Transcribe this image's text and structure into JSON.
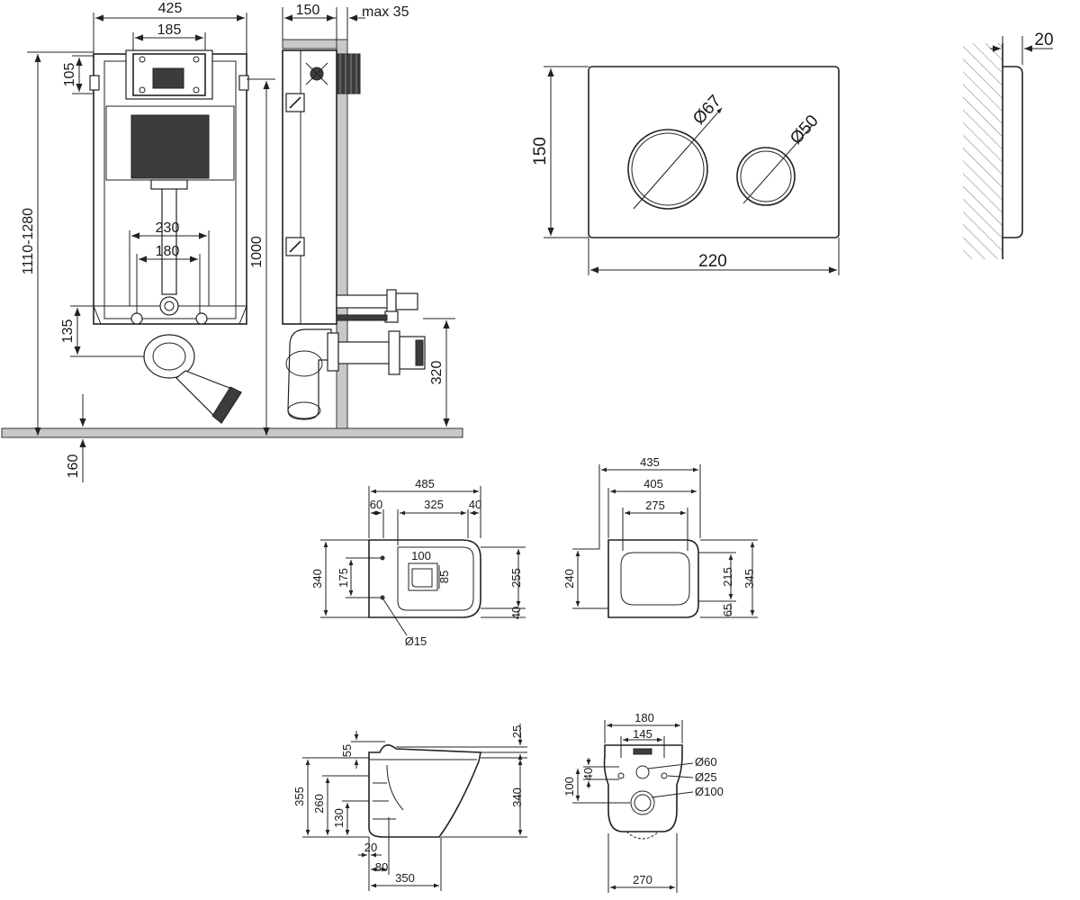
{
  "frame": {
    "width": "425",
    "top_bracket": "185",
    "top_height": "105",
    "total_height": "1110-1280",
    "bracket_height": "1000",
    "pipe_spacing_outer": "230",
    "pipe_spacing_inner": "180",
    "outlet_height": "135",
    "floor_offset": "160",
    "depth": "150",
    "wall_max": "max 35",
    "drain_height": "320"
  },
  "plate": {
    "width": "220",
    "height": "150",
    "big_button_diameter": "Ø67",
    "small_button_diameter": "Ø50",
    "thickness": "20"
  },
  "bowl_top": {
    "length": "485",
    "offset_left": "60",
    "middle": "325",
    "offset_right": "40",
    "width": "340",
    "hole_spacing": "175",
    "inner_width": "255",
    "bottom_offset": "40",
    "outlet_w": "100",
    "outlet_h": "85",
    "hole_diameter": "Ø15"
  },
  "seat_top": {
    "outer": "435",
    "mid": "405",
    "inner": "275",
    "left_h": "240",
    "right_inner": "215",
    "right_outer": "345",
    "bottom": "65"
  },
  "bowl_side": {
    "top_thickness": "25",
    "rim": "55",
    "total_height": "355",
    "mid_height": "260",
    "lower_height": "130",
    "right_height": "340",
    "small_offset": "20",
    "base_offset": "80",
    "length": "350"
  },
  "bowl_back": {
    "width_top": "180",
    "width_holes": "145",
    "upper_offset": "40",
    "lower_offset": "100",
    "inlet_diameter": "Ø60",
    "fixing_diameter": "Ø25",
    "outlet_diameter": "Ø100",
    "base_width": "270"
  }
}
